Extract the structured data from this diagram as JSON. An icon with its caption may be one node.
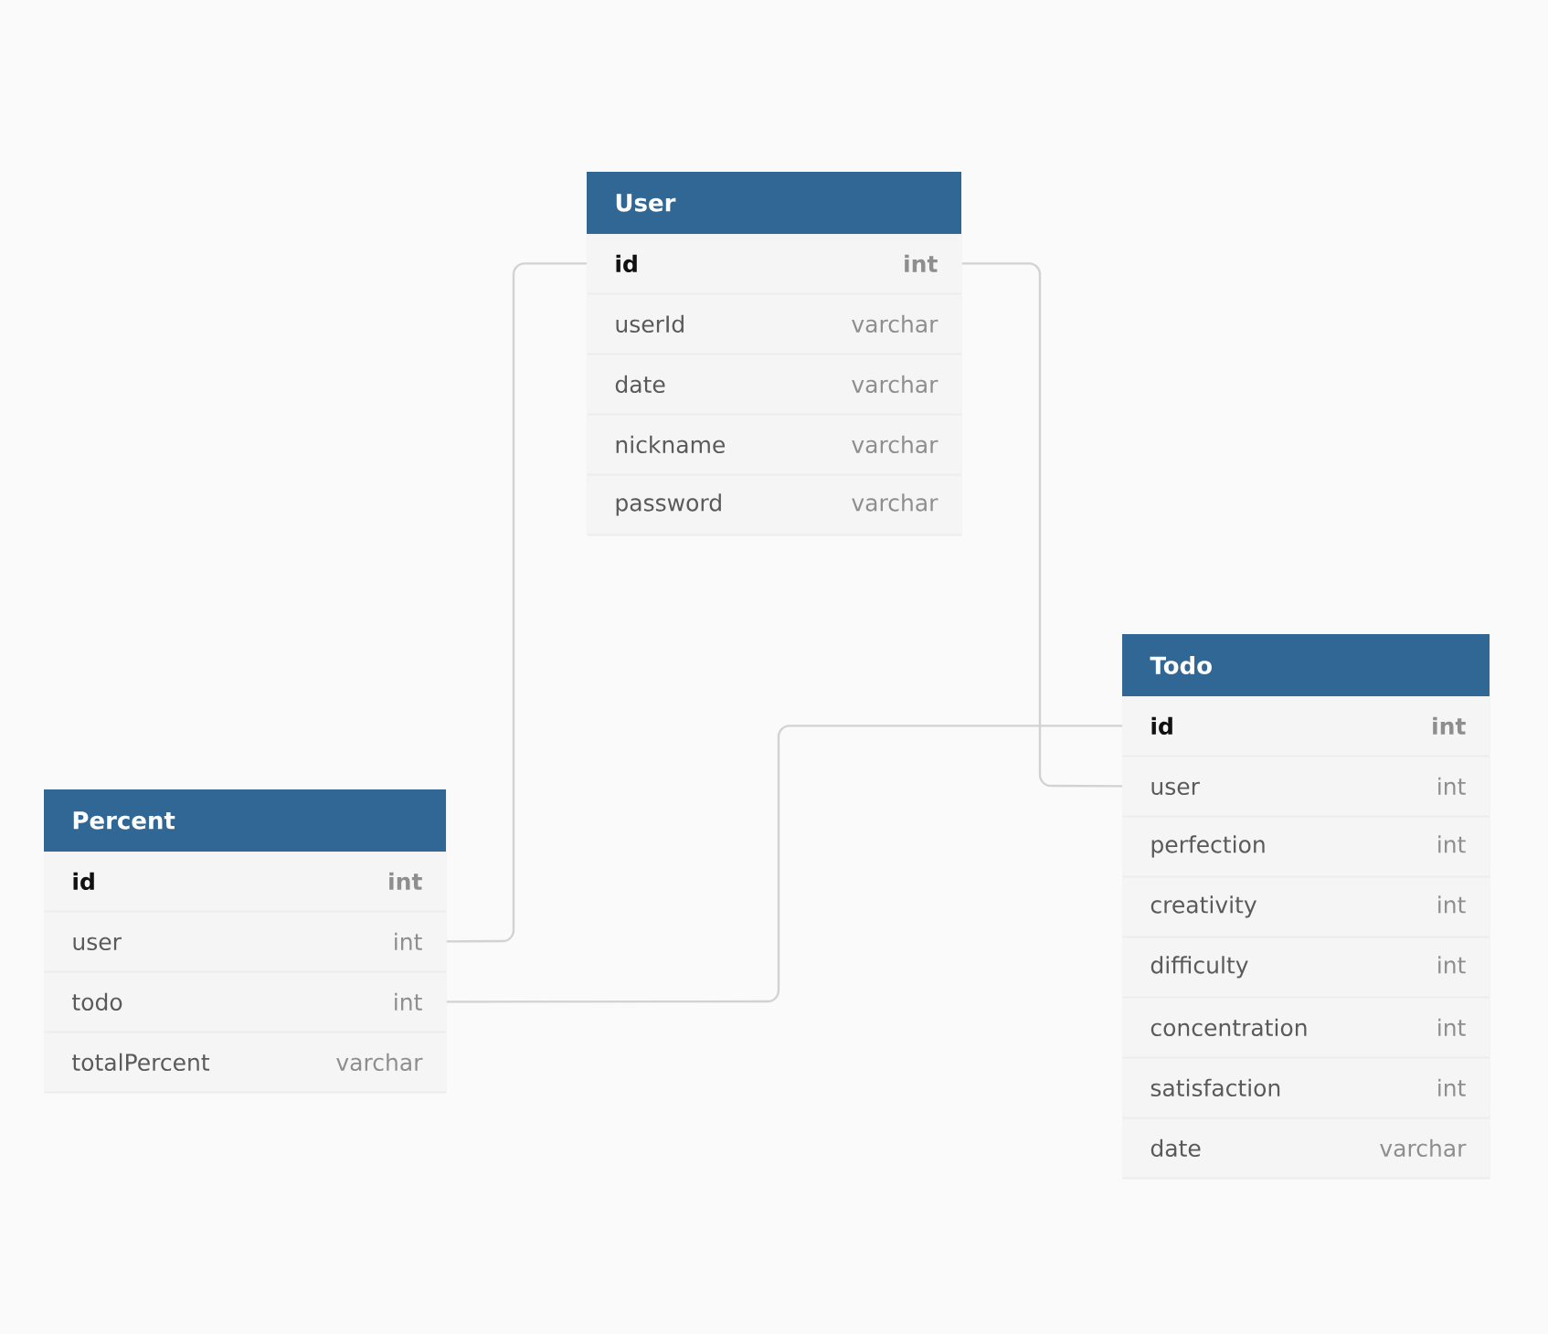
{
  "diagram": {
    "nodes": [
      {
        "text": [
          "User"
        ]
      },
      {
        "text": [
          "id",
          "int"
        ],
        "in": 0
      },
      {
        "text": [
          "userId",
          "varchar"
        ],
        "in": 0
      },
      {
        "text": [
          "date",
          "varchar"
        ],
        "in": 0
      },
      {
        "text": [
          "nickname",
          "varchar"
        ],
        "in": 0
      },
      {
        "text": [
          "password",
          "varchar"
        ],
        "in": 0
      },
      {
        "text": [
          "Todo"
        ]
      },
      {
        "text": [
          "id",
          "int"
        ],
        "in": 6
      },
      {
        "text": [
          "user",
          "int"
        ],
        "in": 6
      },
      {
        "text": [
          "perfection",
          "int"
        ],
        "in": 6
      },
      {
        "text": [
          "creativity",
          "int"
        ],
        "in": 6
      },
      {
        "text": [
          "difficulty",
          "int"
        ],
        "in": 6
      },
      {
        "text": [
          "concentration",
          "int"
        ],
        "in": 6
      },
      {
        "text": [
          "satisfaction",
          "int"
        ],
        "in": 6
      },
      {
        "text": [
          "date",
          "varchar"
        ],
        "in": 6
      },
      {
        "text": [
          "Percent"
        ]
      },
      {
        "text": [
          "id",
          "int"
        ],
        "in": 15
      },
      {
        "text": [
          "user",
          "int"
        ],
        "in": 15
      },
      {
        "text": [
          "todo",
          "int"
        ],
        "in": 15
      },
      {
        "text": [
          "totalPercent",
          "varchar"
        ],
        "in": 15
      }
    ],
    "edges": [
      {
        "from": 1,
        "to": 17,
        "arrow": "none"
      },
      {
        "from": 1,
        "to": 8,
        "arrow": "none"
      },
      {
        "from": 7,
        "to": 18,
        "arrow": "none"
      }
    ]
  }
}
